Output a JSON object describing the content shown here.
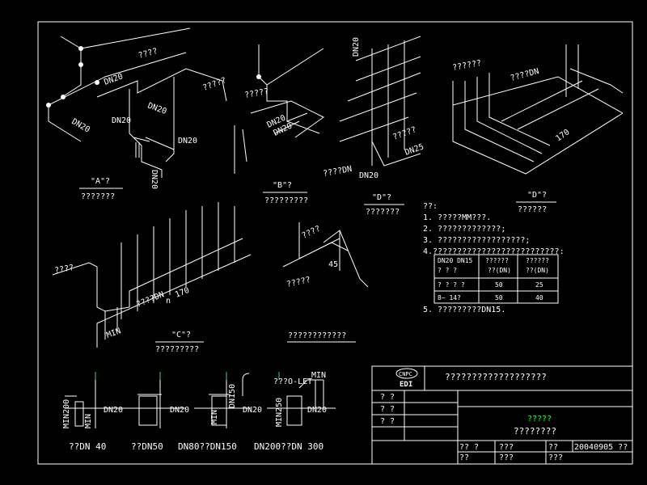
{
  "labels": {
    "A_name": "\"A\"?",
    "A_sub": "???????",
    "B_name": "\"B\"?",
    "B_sub": "?????????",
    "C_name": "\"C\"?",
    "C_sub": "?????????",
    "D1_name": "\"D\"?",
    "D1_sub": "???????",
    "D2_name": "\"D\"?",
    "D2_sub": "??????",
    "E_sub": "????????????"
  },
  "iso_text": {
    "a1": "????",
    "a2": "DN20",
    "a3": "DN20",
    "a4": "DN20",
    "a5": "DN20",
    "a6": "DN20",
    "a7": "?????",
    "a8": "DN20",
    "b1": "?????",
    "b2": "DN20",
    "b3": "DN20",
    "d1": "DN20",
    "d2": "?????",
    "d3": "DN25",
    "d4": "????DN",
    "d5": "DN20",
    "d6": "??????",
    "d7": "????DN",
    "d8": "170",
    "c1": "????",
    "c2": "????DN",
    "c3": "n",
    "c4": "170",
    "c5": "MIN",
    "e1": "????",
    "e2": "?????",
    "e3": "45"
  },
  "notes": {
    "head": "??:",
    "items": [
      "1. ?????MM???.",
      "2. ?????????????;",
      "3. ??????????????????;",
      "4.??????????????????????????:",
      "5. ?????????DN15."
    ],
    "table": {
      "h1": "DN20    DN15",
      "h1b": "?    ?    ?",
      "h2a": "??????",
      "h2b": "??(DN)",
      "h3a": "??????",
      "h3b": "??(DN)",
      "r1c1": "?  ?  ?  ?",
      "r1c2": "50",
      "r1c3": "25",
      "r2c1": "8~    14?",
      "r2c2": "50",
      "r2c3": "40"
    }
  },
  "bottom": {
    "labels": [
      "??DN   40",
      "??DN50",
      "DN80??DN150",
      "DN200??DN   300"
    ],
    "dn": [
      "DN20",
      "DN20",
      "DN20",
      "DN20"
    ],
    "min": [
      "MIN200",
      "MIN",
      "MIN",
      "MIN250",
      "MIN"
    ],
    "extra": [
      "???O-LET",
      "DN150"
    ]
  },
  "title_block": {
    "logo": "CNPC",
    "logo2": "EDI",
    "title": "???????????????????",
    "rows": [
      "? ?",
      "? ?",
      "? ?"
    ],
    "green": "?????",
    "name": "????????",
    "foot": [
      "??   ?",
      "???",
      "??",
      "20040905 ??",
      "??",
      "???",
      "???"
    ]
  }
}
